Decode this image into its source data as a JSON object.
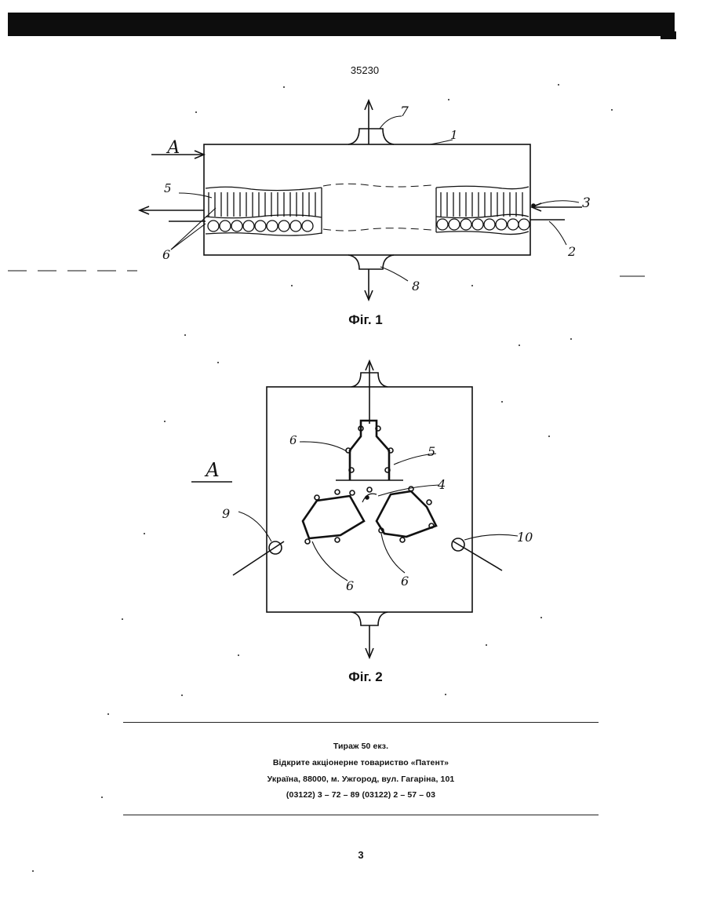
{
  "header": {
    "document_number": "35230"
  },
  "figures": [
    {
      "caption": "Фіг. 1",
      "labels": {
        "view": "А",
        "n1": "1",
        "n2": "2",
        "n3": "3",
        "n5": "5",
        "n6": "6",
        "n7": "7",
        "n8": "8"
      }
    },
    {
      "caption": "Фіг. 2",
      "labels": {
        "view": "А",
        "n4": "4",
        "n5": "5",
        "n6a": "6",
        "n6b": "6",
        "n6c": "6",
        "n9": "9",
        "n10": "10"
      }
    }
  ],
  "imprint": {
    "line1": "Тираж 50 екз.",
    "line2": "Відкрите акціонерне товариство «Патент»",
    "line3": "Україна, 88000, м. Ужгород, вул. Гагаріна, 101",
    "line4": "(03122) 3 – 72 – 89   (03122) 2 – 57 – 03"
  },
  "footer": {
    "page_number": "3"
  }
}
